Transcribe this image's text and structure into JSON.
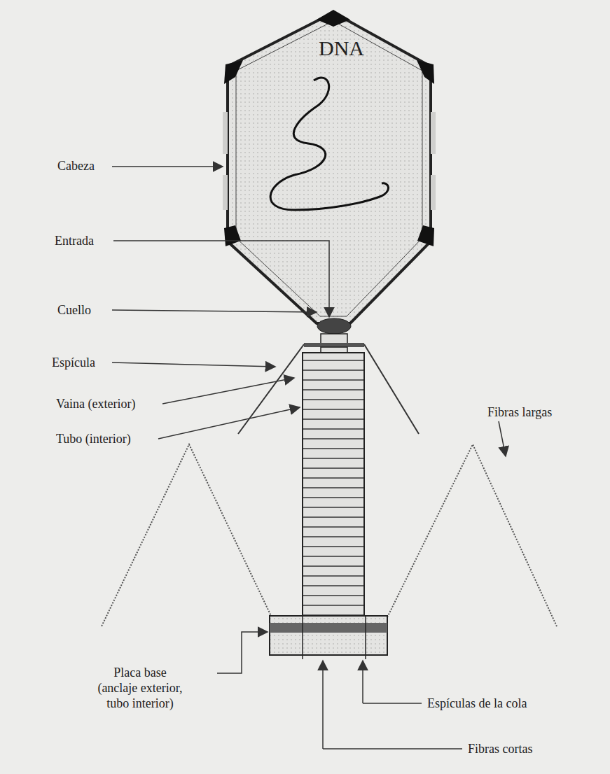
{
  "diagram": {
    "labels": [
      "DNA",
      "Cabeza",
      "Entrada",
      "Cuello",
      "Espícula",
      "Vaina (exterior)",
      "Tubo (interior)",
      "Fibras largas",
      "Placa base (anclaje exterior, tubo interior)",
      "Espículas de la cola",
      "Fibras cortas"
    ]
  }
}
